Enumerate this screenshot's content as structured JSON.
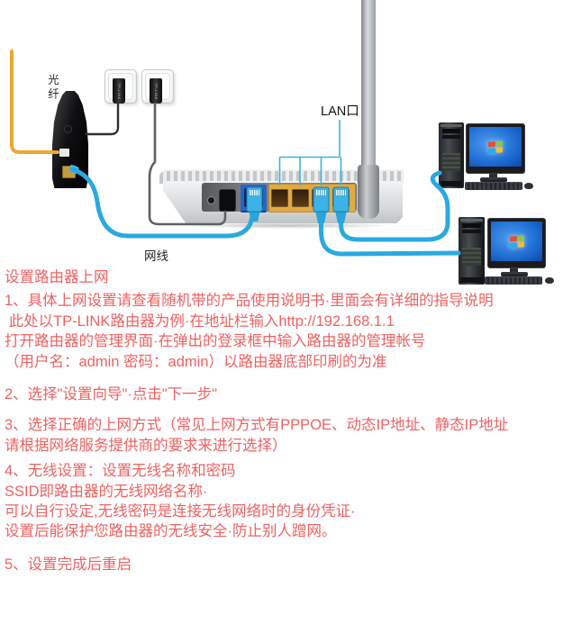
{
  "diagram_labels": {
    "fiber": "光纤",
    "lan_port": "LAN口",
    "network_cable": "网线",
    "plug_brand": "TP-LINK"
  },
  "instructions": {
    "title": "设置路由器上网",
    "steps": [
      {
        "lines": [
          "1、具体上网设置请查看随机带的产品使用说明书·里面会有详细的指导说明",
          " 此处以TP-LINK路由器为例·在地址栏输入http://192.168.1.1",
          "打开路由器的管理界面·在弹出的登录框中输入路由器的管理帐号",
          "（用户名：admin 密码：admin）以路由器底部印刷的为准"
        ]
      },
      {
        "lines": [
          "2、选择\"设置向导\"·点击\"下一步\""
        ]
      },
      {
        "lines": [
          "3、选择正确的上网方式（常见上网方式有PPPOE、动态IP地址、静态IP地址",
          "请根据网络服务提供商的要求来进行选择）"
        ]
      },
      {
        "lines": [
          "4、无线设置：设置无线名称和密码",
          "SSID即路由器的无线网络名称·",
          "可以自行设定,无线密码是连接无线网络时的身份凭证·",
          "设置后能保护您路由器的无线安全·防止别人蹭网。"
        ]
      },
      {
        "lines": [
          "5、设置完成后重启"
        ]
      }
    ]
  },
  "colors": {
    "text_red": "#ec6262",
    "cable_blue": "#2aa9e0",
    "fiber_yellow": "#f1a62f",
    "lan_yellow": "#e1a945",
    "wan_blue": "#2a63c4"
  }
}
